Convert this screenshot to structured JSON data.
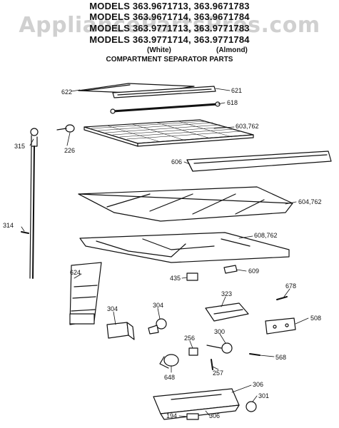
{
  "title_lines": [
    "MODELS 363.9671713, 363.9671783",
    "MODELS 363.9671714, 363.9671784",
    "MODELS 363.9771713, 363.9771783",
    "MODELS 363.9771714, 363.9771784"
  ],
  "color_white": "(White)",
  "color_almond": "(Almond)",
  "subtitle": "COMPARTMENT SEPARATOR PARTS",
  "watermark": "AppliancePartsPros.com",
  "parts": [
    {
      "id": "622",
      "text": "622"
    },
    {
      "id": "621",
      "text": "621"
    },
    {
      "id": "618",
      "text": "618"
    },
    {
      "id": "603-762",
      "text": "603,762"
    },
    {
      "id": "315",
      "text": "315"
    },
    {
      "id": "226",
      "text": "226"
    },
    {
      "id": "606",
      "text": "606"
    },
    {
      "id": "604-762",
      "text": "604,762"
    },
    {
      "id": "314",
      "text": "314"
    },
    {
      "id": "608-762",
      "text": "608,762"
    },
    {
      "id": "624",
      "text": "624"
    },
    {
      "id": "435",
      "text": "435"
    },
    {
      "id": "609",
      "text": "609"
    },
    {
      "id": "678",
      "text": "678"
    },
    {
      "id": "323",
      "text": "323"
    },
    {
      "id": "304a",
      "text": "304"
    },
    {
      "id": "304b",
      "text": "304"
    },
    {
      "id": "508",
      "text": "508"
    },
    {
      "id": "256",
      "text": "256"
    },
    {
      "id": "300",
      "text": "300"
    },
    {
      "id": "568",
      "text": "568"
    },
    {
      "id": "257",
      "text": "257"
    },
    {
      "id": "648",
      "text": "648"
    },
    {
      "id": "306a",
      "text": "306"
    },
    {
      "id": "301",
      "text": "301"
    },
    {
      "id": "194",
      "text": "194"
    },
    {
      "id": "306b",
      "text": "306"
    }
  ]
}
